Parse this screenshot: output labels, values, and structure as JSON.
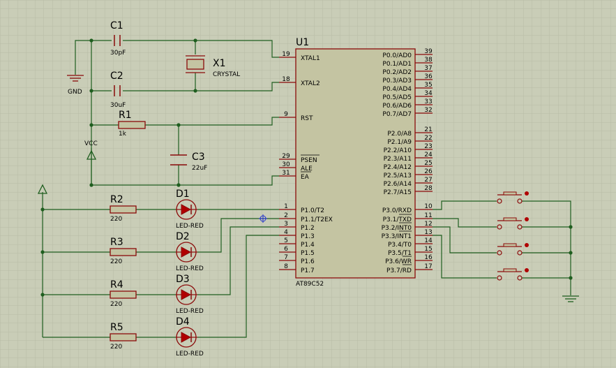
{
  "mcu": {
    "ref": "U1",
    "part": "AT89C52",
    "left_pins": [
      {
        "num": "19",
        "name": "XTAL1"
      },
      {
        "num": "18",
        "name": "XTAL2"
      },
      {
        "num": "9",
        "name": "RST"
      },
      {
        "num": "29",
        "name": "PSEN"
      },
      {
        "num": "30",
        "name": "ALE"
      },
      {
        "num": "31",
        "name": "EA"
      },
      {
        "num": "1",
        "name": "P1.0/T2"
      },
      {
        "num": "2",
        "name": "P1.1/T2EX"
      },
      {
        "num": "3",
        "name": "P1.2"
      },
      {
        "num": "4",
        "name": "P1.3"
      },
      {
        "num": "5",
        "name": "P1.4"
      },
      {
        "num": "6",
        "name": "P1.5"
      },
      {
        "num": "7",
        "name": "P1.6"
      },
      {
        "num": "8",
        "name": "P1.7"
      }
    ],
    "right_pins": [
      {
        "num": "39",
        "name": "P0.0/AD0"
      },
      {
        "num": "38",
        "name": "P0.1/AD1"
      },
      {
        "num": "37",
        "name": "P0.2/AD2"
      },
      {
        "num": "36",
        "name": "P0.3/AD3"
      },
      {
        "num": "35",
        "name": "P0.4/AD4"
      },
      {
        "num": "34",
        "name": "P0.5/AD5"
      },
      {
        "num": "33",
        "name": "P0.6/AD6"
      },
      {
        "num": "32",
        "name": "P0.7/AD7"
      },
      {
        "num": "21",
        "name": "P2.0/A8"
      },
      {
        "num": "22",
        "name": "P2.1/A9"
      },
      {
        "num": "23",
        "name": "P2.2/A10"
      },
      {
        "num": "24",
        "name": "P2.3/A11"
      },
      {
        "num": "25",
        "name": "P2.4/A12"
      },
      {
        "num": "26",
        "name": "P2.5/A13"
      },
      {
        "num": "27",
        "name": "P2.6/A14"
      },
      {
        "num": "28",
        "name": "P2.7/A15"
      },
      {
        "num": "10",
        "name": "P3.0/RXD"
      },
      {
        "num": "11",
        "name": "P3.1/TXD"
      },
      {
        "num": "12",
        "name": "P3.2/INT0"
      },
      {
        "num": "13",
        "name": "P3.3/INT1"
      },
      {
        "num": "14",
        "name": "P3.4/T0"
      },
      {
        "num": "15",
        "name": "P3.5/T1"
      },
      {
        "num": "16",
        "name": "P3.6/WR"
      },
      {
        "num": "17",
        "name": "P3.7/RD"
      }
    ]
  },
  "components": {
    "c1": {
      "ref": "C1",
      "value": "30pF"
    },
    "c2": {
      "ref": "C2",
      "value": "30uF"
    },
    "c3": {
      "ref": "C3",
      "value": "22uF"
    },
    "x1": {
      "ref": "X1",
      "value": "CRYSTAL"
    },
    "r1": {
      "ref": "R1",
      "value": "1k"
    },
    "gnd_label": "GND",
    "vcc_label": "VCC",
    "resistors": [
      {
        "ref": "R2",
        "value": "220"
      },
      {
        "ref": "R3",
        "value": "220"
      },
      {
        "ref": "R4",
        "value": "220"
      },
      {
        "ref": "R5",
        "value": "220"
      }
    ],
    "leds": [
      {
        "ref": "D1",
        "value": "LED-RED"
      },
      {
        "ref": "D2",
        "value": "LED-RED"
      },
      {
        "ref": "D3",
        "value": "LED-RED"
      },
      {
        "ref": "D4",
        "value": "LED-RED"
      }
    ],
    "buttons_count": 4
  },
  "colors": {
    "background": "#c9cdb7",
    "grid": "#b7bba5",
    "wire": "#1f5e1f",
    "outline": "#8b0a0a",
    "chip_fill": "#c4c4a2",
    "junction": "#1f5e1f",
    "led_fill": "#b00000"
  }
}
